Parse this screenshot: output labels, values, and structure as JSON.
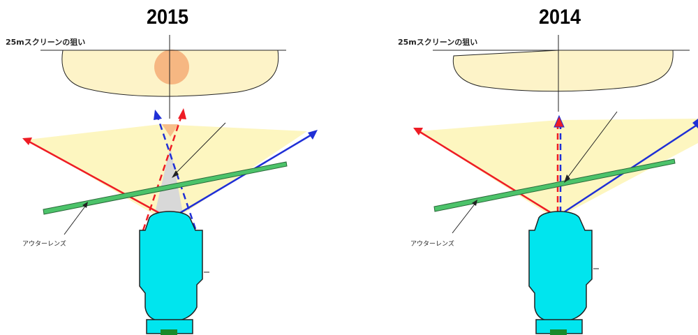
{
  "panels": [
    {
      "year": "2015",
      "screen_label": "25mスクリーンの狙い",
      "lens_label": "アウターレンズ"
    },
    {
      "year": "2014",
      "screen_label": "25mスクリーンの狙い",
      "lens_label": "アウターレンズ"
    }
  ],
  "colors": {
    "beam_fill": "#fdf6c0",
    "screen_fill": "#fdf3c8",
    "target_spot": "#f5b07a",
    "lens": "#4cc36a",
    "housing": "#00e5ee",
    "left_beam": "#ee1c24",
    "right_beam": "#1f2fd6",
    "gap_fill": "#d8d8d8"
  }
}
